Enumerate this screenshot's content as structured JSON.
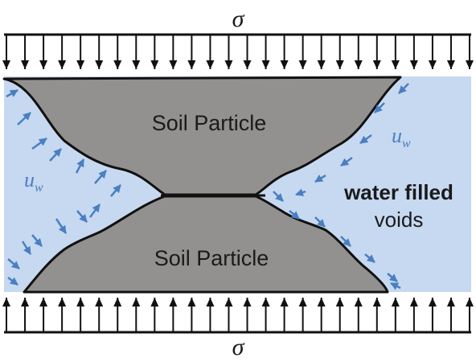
{
  "diagram": {
    "top_stress_label": "σ",
    "bottom_stress_label": "σ",
    "particle_top_label": "Soil Particle",
    "particle_bottom_label": "Soil Particle",
    "pore_pressure_left": {
      "symbol": "u",
      "subscript": "w"
    },
    "pore_pressure_right": {
      "symbol": "u",
      "subscript": "w"
    },
    "voids_label_line1": "water filled",
    "voids_label_line2": "voids",
    "arrow_count_per_row": 26
  },
  "colors": {
    "water": "#c6d9f1",
    "particle": "#939190",
    "outline": "#111111",
    "pressure_arrow": "#4a7fc1",
    "stress_arrow": "#111111"
  }
}
